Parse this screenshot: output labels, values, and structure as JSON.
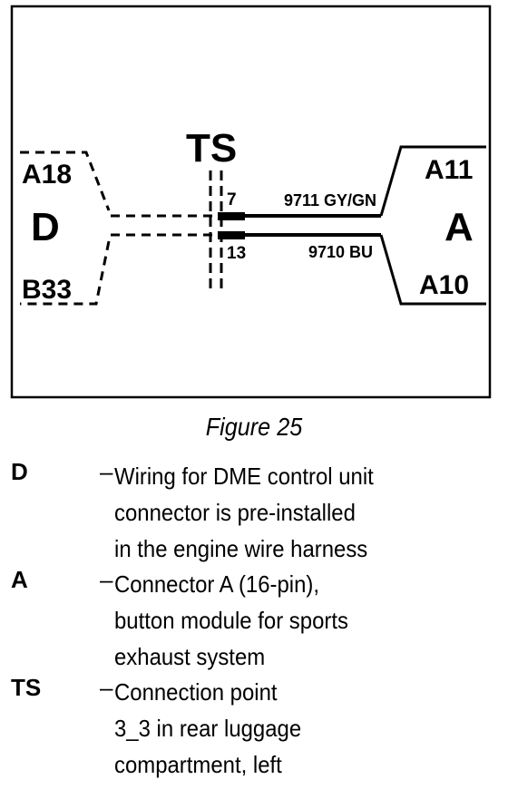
{
  "diagram": {
    "connector_d": {
      "id": "D",
      "pin_top": "A18",
      "pin_bottom": "B33"
    },
    "connection_point": {
      "id": "TS",
      "pin_top": "7",
      "pin_bottom": "13"
    },
    "connector_a": {
      "id": "A",
      "pin_top": "A11",
      "pin_bottom": "A10"
    },
    "wires": [
      {
        "label": "9711 GY/GN"
      },
      {
        "label": "9710 BU"
      }
    ]
  },
  "caption": "Figure 25",
  "legend": [
    {
      "key": "D",
      "dash": "–",
      "text": "Wiring for DME control unit\nconnector is pre-installed\nin the engine wire harness"
    },
    {
      "key": "A",
      "dash": "–",
      "text": "Connector A (16-pin),\nbutton module for sports\nexhaust system"
    },
    {
      "key": "TS",
      "dash": "–",
      "text": "Connection point\n3_3 in rear luggage\ncompartment, left"
    }
  ]
}
